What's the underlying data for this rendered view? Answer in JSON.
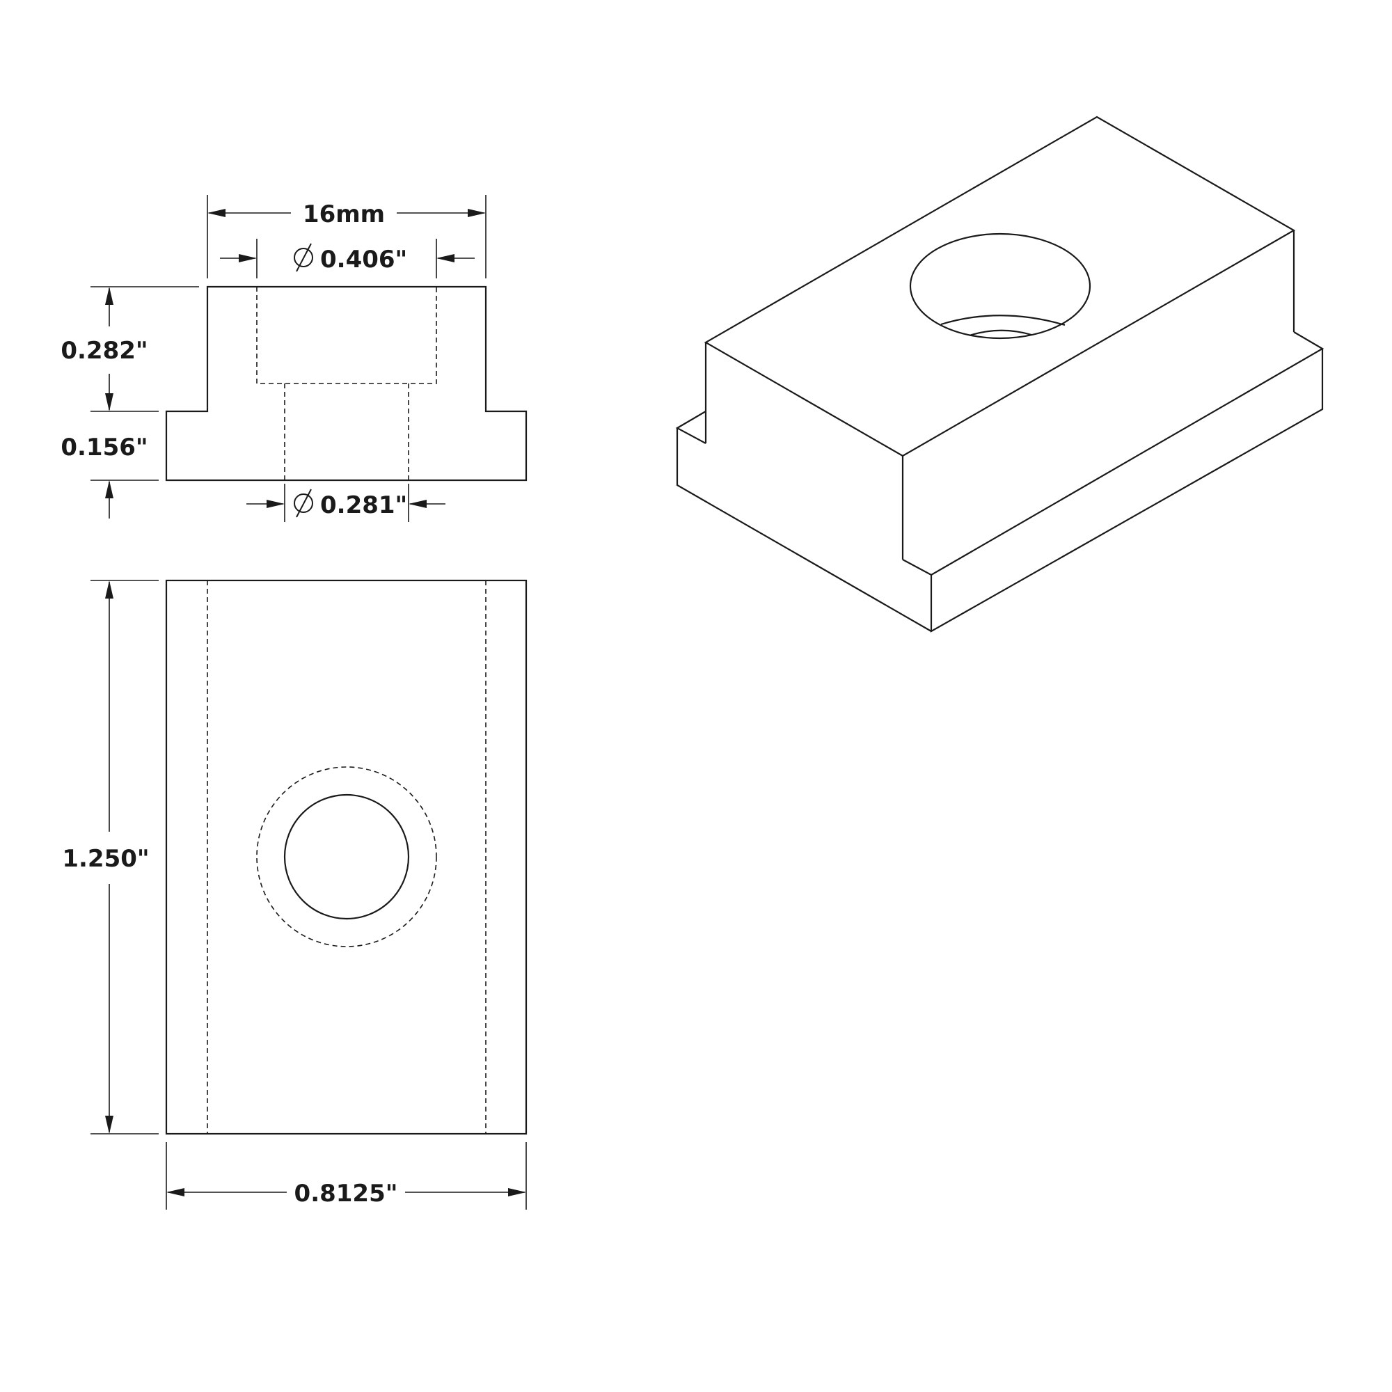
{
  "drawing": {
    "dimensions": {
      "width_16mm": "16mm",
      "counterbore_diameter": "0.406\"",
      "top_height": "0.282\"",
      "flange_height": "0.156\"",
      "hole_diameter": "0.281\"",
      "length": "1.250\"",
      "base_width": "0.8125\""
    },
    "symbols": {
      "diameter": "diameter-icon"
    },
    "colors": {
      "line": "#1a1a1a",
      "background": "#ffffff"
    }
  }
}
